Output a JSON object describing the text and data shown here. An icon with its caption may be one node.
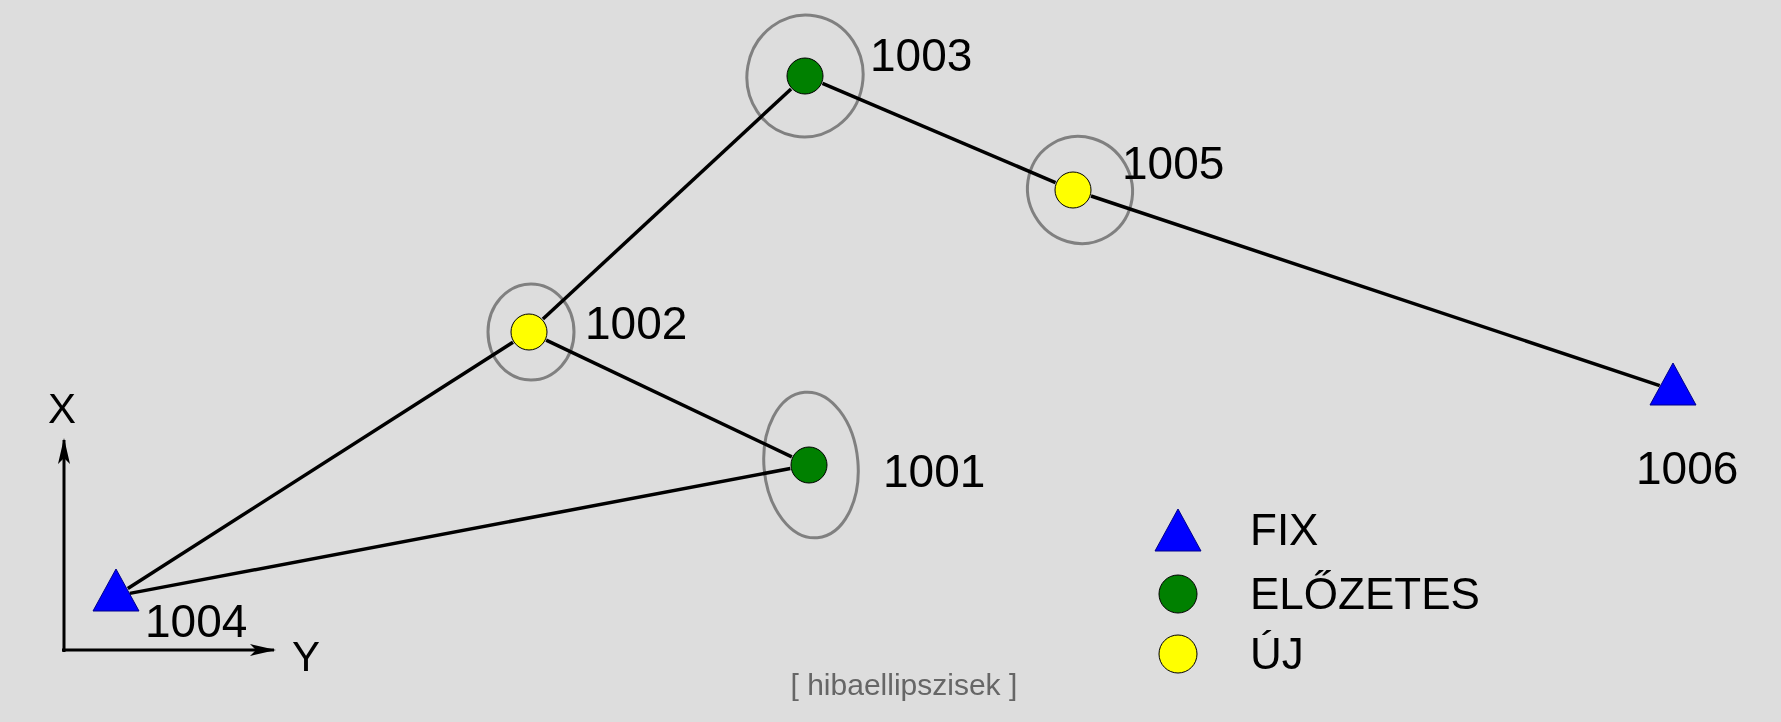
{
  "diagram": {
    "caption": "[ hibaellipszisek ]",
    "nodes": [
      {
        "text": [],
        "shape": "circle",
        "beside": [
          "1003"
        ]
      },
      {
        "text": [],
        "shape": "circle",
        "beside": [
          "1005"
        ]
      },
      {
        "text": [],
        "shape": "circle",
        "beside": [
          "1002"
        ]
      },
      {
        "text": [],
        "shape": "circle",
        "beside": [
          "1001"
        ]
      },
      {
        "text": [],
        "shape": "triangle",
        "beside": [
          "1006"
        ]
      },
      {
        "text": [],
        "shape": "triangle",
        "beside": [
          "1004"
        ]
      }
    ],
    "edges": [
      {
        "from": 5,
        "to": 2,
        "arrow": "none"
      },
      {
        "from": 2,
        "to": 0,
        "arrow": "none"
      },
      {
        "from": 0,
        "to": 1,
        "arrow": "none"
      },
      {
        "from": 1,
        "to": 4,
        "arrow": "none"
      },
      {
        "from": 2,
        "to": 3,
        "arrow": "none"
      },
      {
        "from": 3,
        "to": 5,
        "arrow": "none"
      }
    ],
    "labels": [
      "X",
      "Y"
    ],
    "legend": [
      {
        "text": "FIX",
        "color": "#0000ff"
      },
      {
        "text": "ELŐZETES",
        "color": "#008000"
      },
      {
        "text": "ÚJ",
        "color": "#ffff00"
      }
    ]
  }
}
